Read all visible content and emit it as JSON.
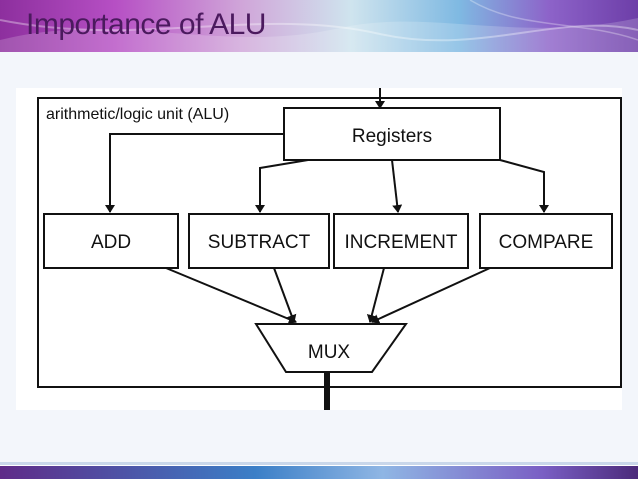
{
  "slide": {
    "title": "Importance of ALU"
  },
  "diagram": {
    "container_label": "arithmetic/logic unit (ALU)",
    "registers_label": "Registers",
    "units": [
      "ADD",
      "SUBTRACT",
      "INCREMENT",
      "COMPARE"
    ],
    "mux_label": "MUX"
  },
  "colors": {
    "title_text": "#4b1a5e",
    "banner_purple": "#8d2f9e",
    "banner_blue": "#7fb9e2",
    "diagram_stroke": "#111111"
  }
}
